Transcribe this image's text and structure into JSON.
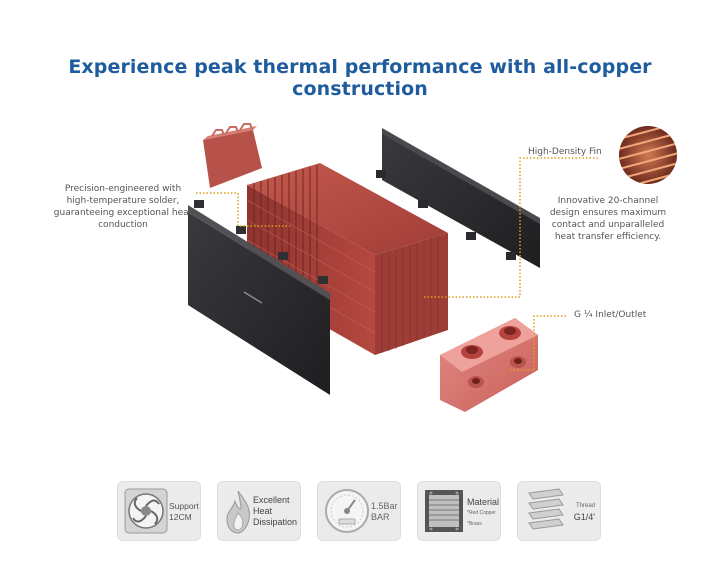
{
  "headline": "Experience peak thermal performance with all-copper construction",
  "callouts": {
    "solder": "Precision-engineered with high-temperature solder, guaranteeing exceptional heat conduction",
    "fin_title": "High-Density Fin",
    "fin_body": "Innovative 20-channel design ensures maximum contact and unparalleled heat transfer efficiency.",
    "inlet": "G ¼ Inlet/Outlet"
  },
  "features": [
    {
      "icon": "fan-icon",
      "line1": "Support",
      "line2": "12CM"
    },
    {
      "icon": "flame-icon",
      "line1": "Excellent",
      "line2": "Heat",
      "line3": "Dissipation"
    },
    {
      "icon": "pressure-gauge-icon",
      "line1": "1.5Bar",
      "line2": "BAR"
    },
    {
      "icon": "radiator-core-icon",
      "line1": "Material",
      "line2": "*Red Copper",
      "line3": "*Brass"
    },
    {
      "icon": "thread-icon",
      "line1": "Thread",
      "line2": "G1/4'"
    }
  ],
  "colors": {
    "headline": "#1f5c9e",
    "copper": "#b5483f",
    "copper_dark": "#7a2a26",
    "plate": "#2b2b2e",
    "leader": "#d9a21a"
  }
}
